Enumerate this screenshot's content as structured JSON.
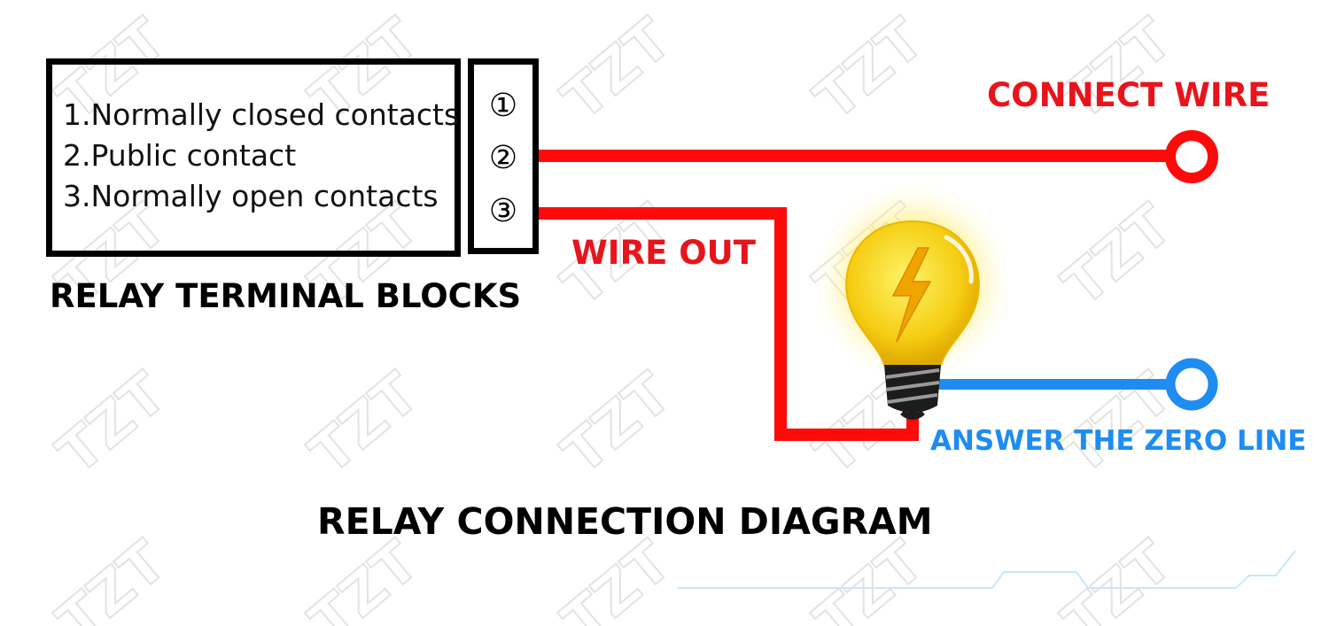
{
  "terminal_block": {
    "legend": [
      "1.Normally closed contacts",
      "2.Public contact",
      "3.Normally open contacts"
    ],
    "terminals": [
      "①",
      "②",
      "③"
    ],
    "caption": "RELAY TERMINAL BLOCKS"
  },
  "labels": {
    "connect_wire": "CONNECT WIRE",
    "wire_out": "WIRE OUT",
    "zero_line": "ANSWER THE ZERO LINE"
  },
  "title": "RELAY CONNECTION DIAGRAM",
  "watermark": "TZT",
  "colors": {
    "live_wire": "#ff0a0a",
    "neutral_wire": "#1e8cf0",
    "label_red": "#e8141c",
    "label_blue": "#1e8cf0",
    "bulb": "#f7d21a",
    "outline": "#000000"
  },
  "icons": [
    "light-bulb-icon",
    "terminal-ring-icon"
  ]
}
